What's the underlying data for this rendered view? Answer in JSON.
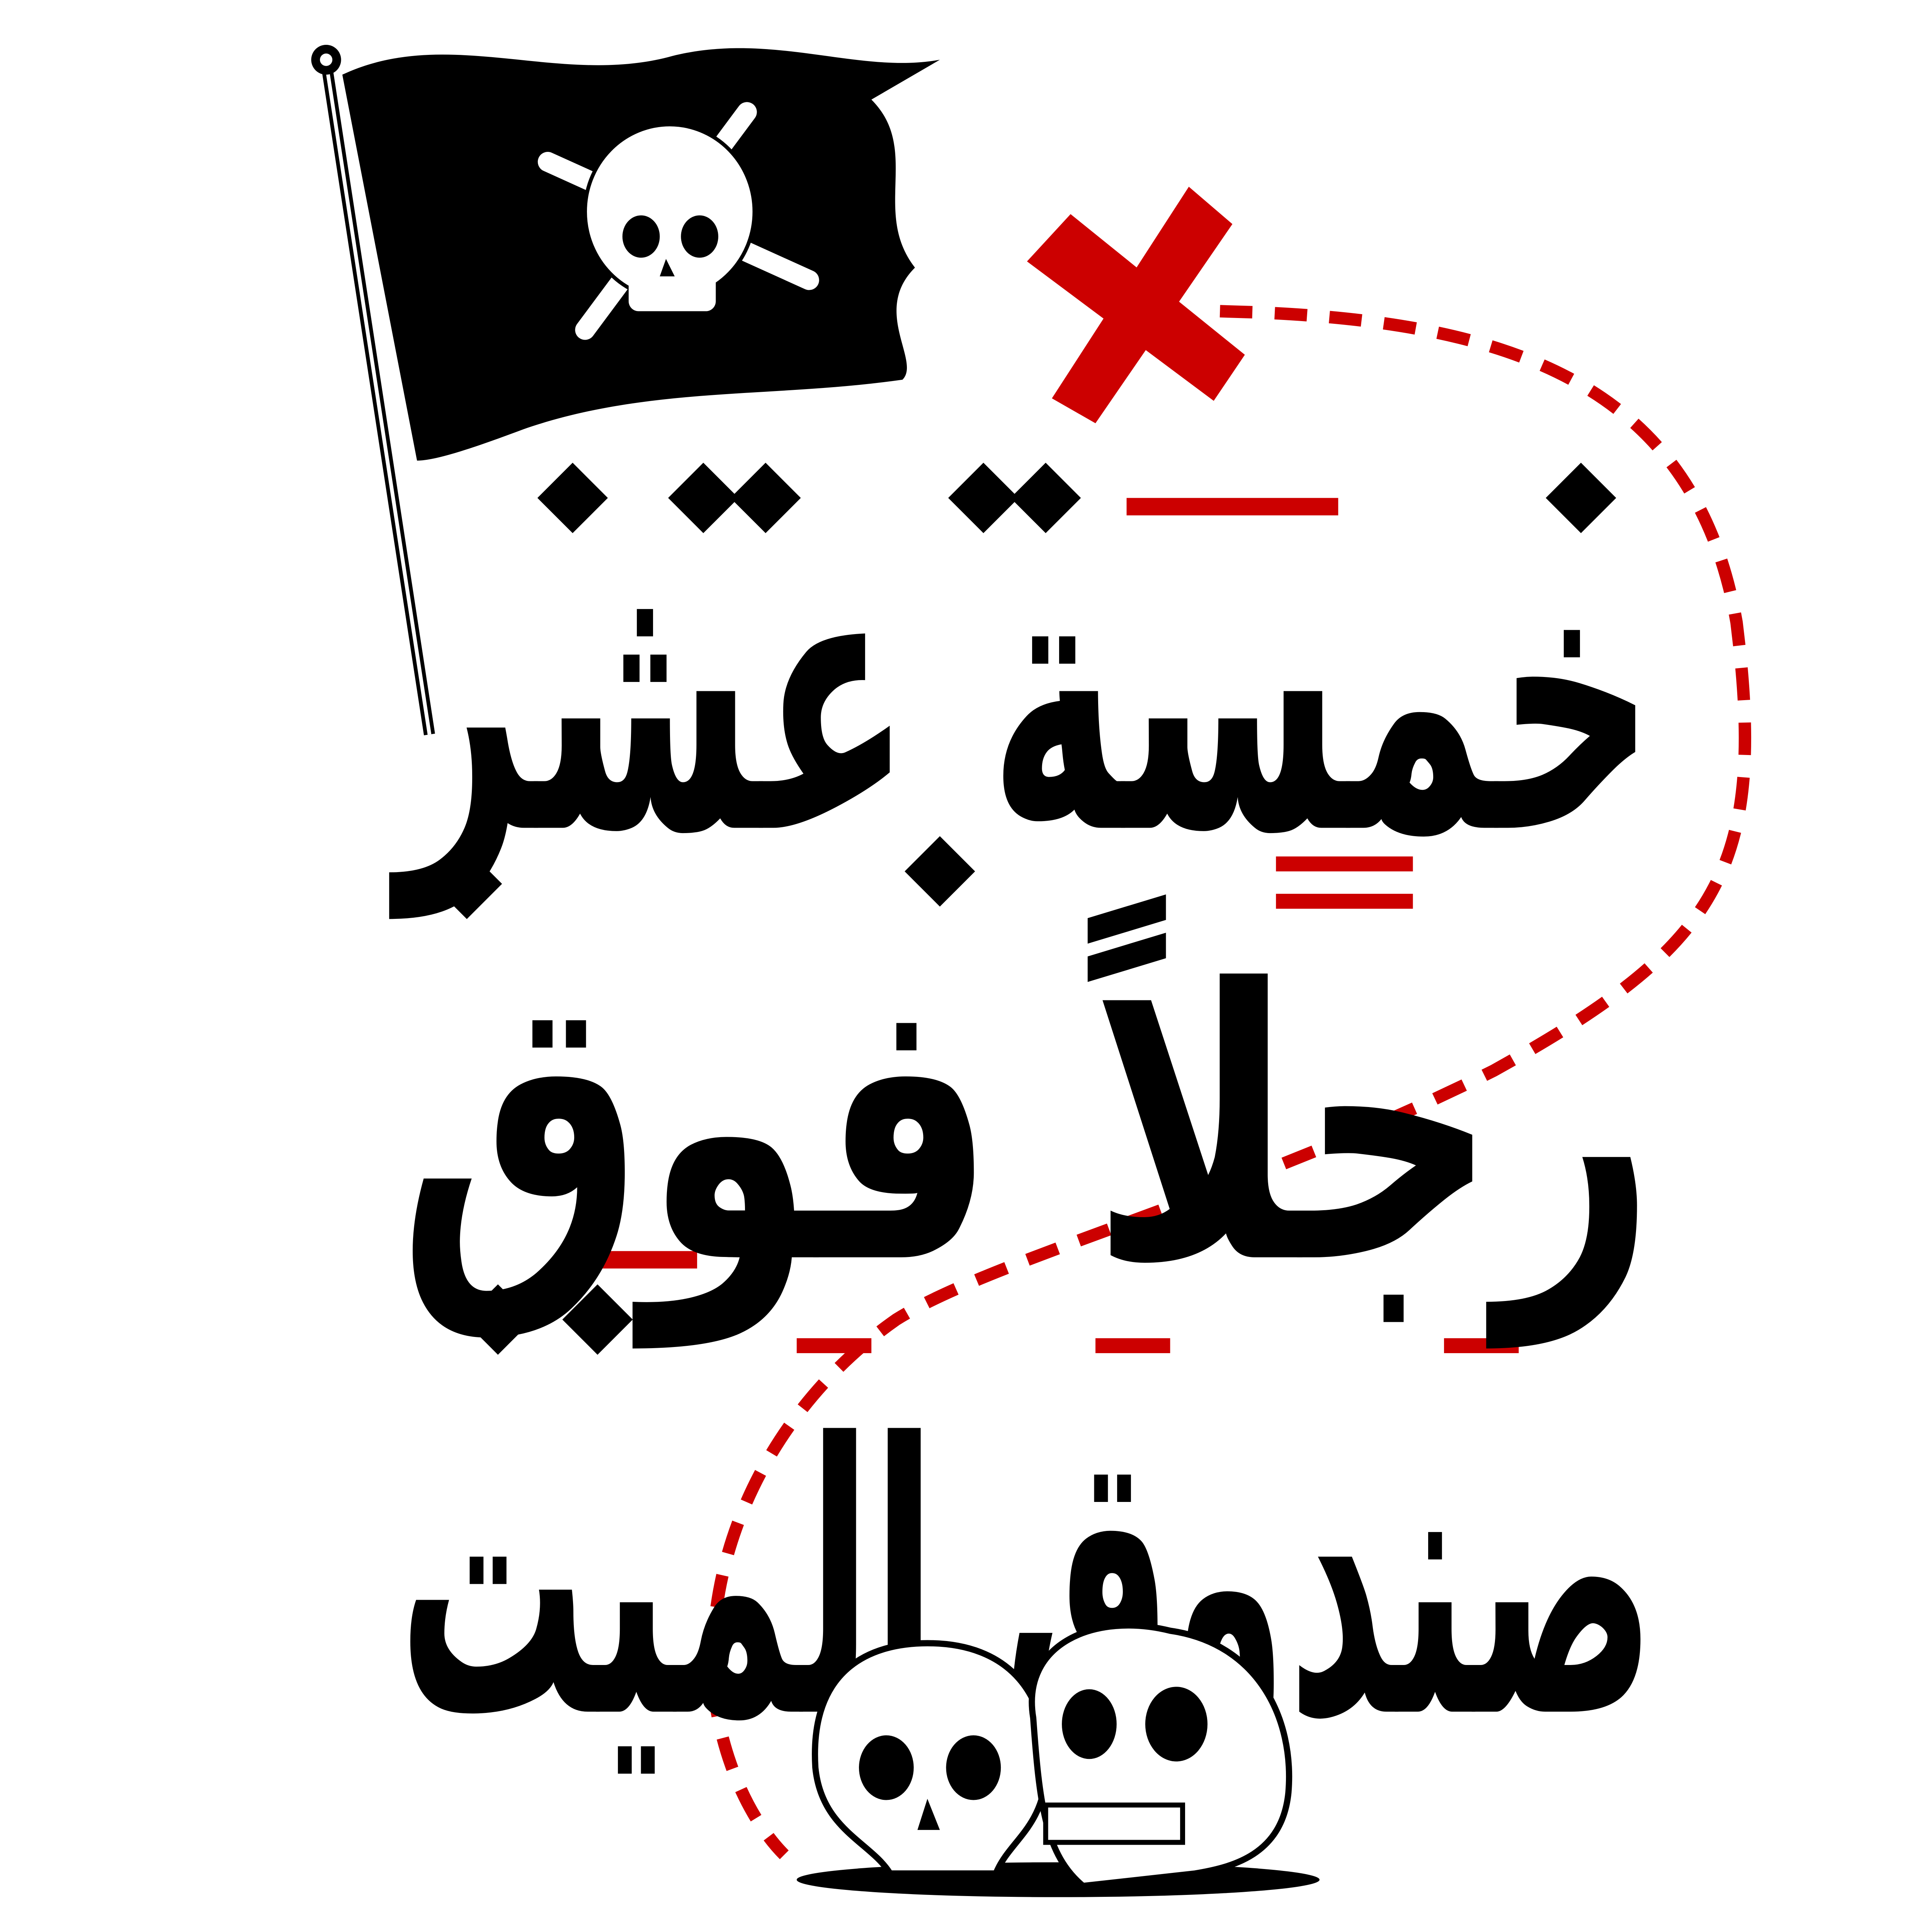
{
  "artwork": {
    "lettering_lines": [
      "خمسة عشر",
      "رجلاً فوق",
      "صندوق الميت"
    ],
    "colors": {
      "ink": "#000000",
      "accent": "#cc0000",
      "background": "#ffffff"
    },
    "icons": [
      "pirate-flag-icon",
      "skull-crossbones-icon",
      "red-x-mark-icon",
      "dashed-treasure-path",
      "two-skulls-icon"
    ]
  }
}
